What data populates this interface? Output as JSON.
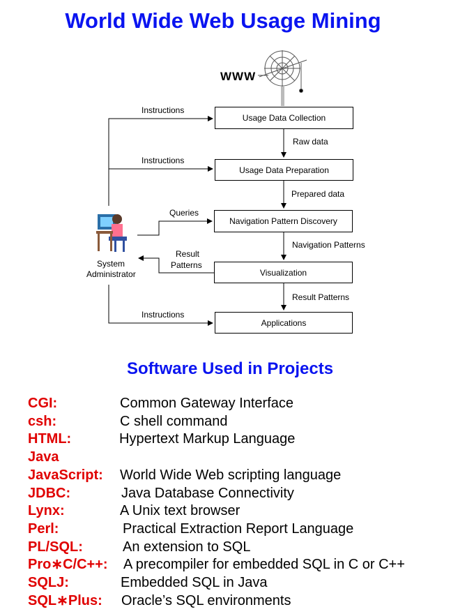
{
  "title": "World Wide Web Usage Mining",
  "diagram": {
    "www_label": "WWW",
    "boxes": [
      "Usage Data Collection",
      "Usage Data Preparation",
      "Navigation Pattern Discovery",
      "Visualization",
      "Applications"
    ],
    "flow_labels": [
      "Raw data",
      "Prepared data",
      "Navigation Patterns",
      "Result Patterns"
    ],
    "admin_labels": {
      "instructions1": "Instructions",
      "instructions2": "Instructions",
      "queries": "Queries",
      "result1": "Result",
      "result2": "Patterns",
      "instructions3": "Instructions"
    },
    "admin_line1": "System",
    "admin_line2": "Administrator"
  },
  "software_title": "Software Used in Projects",
  "software": [
    {
      "name": "CGI:",
      "desc": "Common Gateway Interface"
    },
    {
      "name": "csh:",
      "desc": "C shell command"
    },
    {
      "name": "HTML:",
      "desc": "Hypertext Markup Language"
    },
    {
      "name": "Java",
      "desc": ""
    },
    {
      "name": "JavaScript:",
      "desc": "World Wide Web scripting language"
    },
    {
      "name": "JDBC:",
      "desc": "Java Database Connectivity"
    },
    {
      "name": "Lynx:",
      "desc": "A Unix text browser"
    },
    {
      "name": "Perl:",
      "desc": "Practical Extraction Report Language"
    },
    {
      "name": "PL/SQL:",
      "desc": "An extension to SQL"
    },
    {
      "name": "Pro∗C/C++:",
      "desc": "A precompiler for embedded SQL in C or C++"
    },
    {
      "name": "SQLJ:",
      "desc": "Embedded SQL in Java"
    },
    {
      "name": "SQL∗Plus:",
      "desc": "Oracle’s SQL environments"
    }
  ]
}
